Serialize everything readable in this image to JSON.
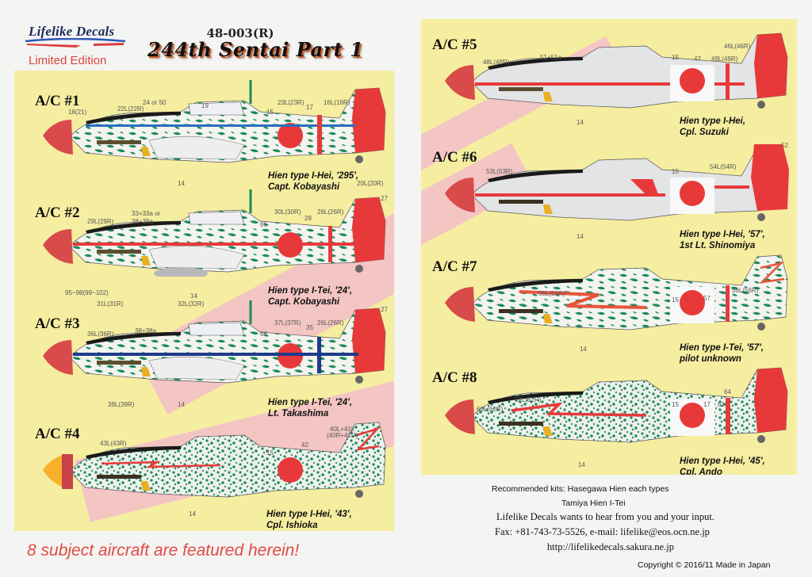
{
  "header": {
    "logo_text": "Lifelike Decals",
    "edition": "Limited Edition",
    "product_code": "48-003(R)",
    "title": "244th Sentai Part 1"
  },
  "colors": {
    "panel_background": "#f5eda0",
    "page_background": "#f4f4f2",
    "hinomaru_red": "#e8393a",
    "camo_green": "#1b8a5a",
    "accent_red": "#df4a45",
    "stripe_pink": "#f3c0c6",
    "fuselage_blue": "#1f3a8a"
  },
  "aircraft": [
    {
      "label": "A/C #1",
      "caption_line1": "Hien type I-Hei, '295',",
      "caption_line2": "Capt. Kobayashi",
      "callouts": [
        "18(21)",
        "22L(22R)",
        "24 or 50",
        "19",
        "15",
        "23L(23R)",
        "17",
        "16L(16R)",
        "20L(20R)",
        "14"
      ]
    },
    {
      "label": "A/C #2",
      "caption_line1": "Hien type I-Tei, '24',",
      "caption_line2": "Capt. Kobayashi",
      "callouts": [
        "29L(29R)",
        "33+33a or",
        "38+38a",
        "66",
        "30L(30R)",
        "28",
        "26L(26R)",
        "27",
        "95~98(99~102)",
        "31L(31R)",
        "14",
        "32L(32R)"
      ]
    },
    {
      "label": "A/C #3",
      "caption_line1": "Hien type I-Tei, '24',",
      "caption_line2": "Lt. Takashima",
      "callouts": [
        "36L(36R)",
        "38+38a",
        "66",
        "37L(37R)",
        "35",
        "26L(26R)",
        "27",
        "39L(39R)",
        "14"
      ]
    },
    {
      "label": "A/C #4",
      "caption_line1": "Hien type I-Hei, '43',",
      "caption_line2": "Cpl. Ishioka",
      "callouts": [
        "43L(43R)",
        "15",
        "42",
        "40L+41L",
        "(40R+41R)",
        "14"
      ]
    },
    {
      "label": "A/C #5",
      "caption_line1": "Hien type I-Hei,",
      "caption_line2": "Cpl. Suzuki",
      "callouts": [
        "48L(48R)",
        "51+51a",
        "15",
        "47",
        "49L(49R)",
        "46L(46R)",
        "14"
      ]
    },
    {
      "label": "A/C #6",
      "caption_line1": "Hien type I-Hei, '57',",
      "caption_line2": "1st Lt. Shinomiya",
      "callouts": [
        "53L(53R)",
        "15",
        "54L(54R)",
        "52",
        "14"
      ]
    },
    {
      "label": "A/C #7",
      "caption_line1": "Hien type I-Tei, '57',",
      "caption_line2": "pilot unknown",
      "callouts": [
        "58L(58R)",
        "15",
        "57",
        "56L(56R)",
        "14"
      ]
    },
    {
      "label": "A/C #8",
      "caption_line1": "Hien type I-Hei, '45',",
      "caption_line2": "Cpl. Ando",
      "callouts": [
        "60L(60R)",
        "62L(62R)",
        "15",
        "17",
        "61",
        "64",
        "14"
      ]
    }
  ],
  "footer": {
    "featured": "8 subject aircraft are featured herein!",
    "recommended_label": "Recommended kits:  Hasegawa Hien each types",
    "recommended_line2": "Tamiya Hien I-Tei",
    "feedback": "Lifelike Decals wants to hear from you and your input.",
    "contact": "Fax: +81-743-73-5526,  e-mail: lifelike@eos.ocn.ne.jp",
    "website": "http://lifelikedecals.sakura.ne.jp",
    "copyright": "Copyright  © 2016/11 Made in Japan"
  }
}
